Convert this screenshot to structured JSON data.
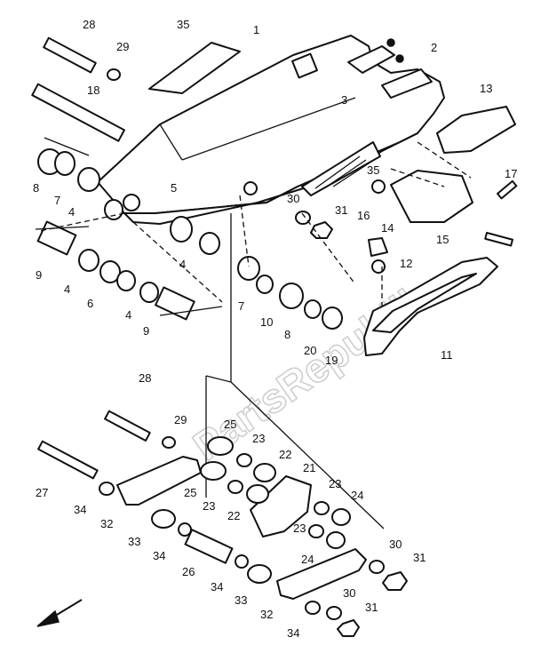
{
  "watermark": "PartsRepublik",
  "callouts": [
    {
      "id": "c28a",
      "text": "28"
    },
    {
      "id": "c29a",
      "text": "29"
    },
    {
      "id": "c35a",
      "text": "35"
    },
    {
      "id": "c1",
      "text": "1"
    },
    {
      "id": "c2",
      "text": "2"
    },
    {
      "id": "c3",
      "text": "3"
    },
    {
      "id": "c18",
      "text": "18"
    },
    {
      "id": "c13",
      "text": "13"
    },
    {
      "id": "c8a",
      "text": "8"
    },
    {
      "id": "c7a",
      "text": "7"
    },
    {
      "id": "c4a",
      "text": "4"
    },
    {
      "id": "c5",
      "text": "5"
    },
    {
      "id": "c35b",
      "text": "35"
    },
    {
      "id": "c17",
      "text": "17"
    },
    {
      "id": "c30a",
      "text": "30"
    },
    {
      "id": "c31a",
      "text": "31"
    },
    {
      "id": "c16",
      "text": "16"
    },
    {
      "id": "c14",
      "text": "14"
    },
    {
      "id": "c15",
      "text": "15"
    },
    {
      "id": "c9a",
      "text": "9"
    },
    {
      "id": "c4b",
      "text": "4"
    },
    {
      "id": "c12",
      "text": "12"
    },
    {
      "id": "c4c",
      "text": "4"
    },
    {
      "id": "c6",
      "text": "6"
    },
    {
      "id": "c7b",
      "text": "7"
    },
    {
      "id": "c10",
      "text": "10"
    },
    {
      "id": "c4d",
      "text": "4"
    },
    {
      "id": "c8b",
      "text": "8"
    },
    {
      "id": "c9b",
      "text": "9"
    },
    {
      "id": "c20",
      "text": "20"
    },
    {
      "id": "c19",
      "text": "19"
    },
    {
      "id": "c11",
      "text": "11"
    },
    {
      "id": "c28b",
      "text": "28"
    },
    {
      "id": "c29b",
      "text": "29"
    },
    {
      "id": "c25a",
      "text": "25"
    },
    {
      "id": "c23a",
      "text": "23"
    },
    {
      "id": "c22a",
      "text": "22"
    },
    {
      "id": "c21",
      "text": "21"
    },
    {
      "id": "c27",
      "text": "27"
    },
    {
      "id": "c25b",
      "text": "25"
    },
    {
      "id": "c23b",
      "text": "23"
    },
    {
      "id": "c23c",
      "text": "23"
    },
    {
      "id": "c24a",
      "text": "24"
    },
    {
      "id": "c34a",
      "text": "34"
    },
    {
      "id": "c32a",
      "text": "32"
    },
    {
      "id": "c22b",
      "text": "22"
    },
    {
      "id": "c23d",
      "text": "23"
    },
    {
      "id": "c33a",
      "text": "33"
    },
    {
      "id": "c34b",
      "text": "34"
    },
    {
      "id": "c24b",
      "text": "24"
    },
    {
      "id": "c30b",
      "text": "30"
    },
    {
      "id": "c31b",
      "text": "31"
    },
    {
      "id": "c26",
      "text": "26"
    },
    {
      "id": "c34c",
      "text": "34"
    },
    {
      "id": "c33b",
      "text": "33"
    },
    {
      "id": "c32b",
      "text": "32"
    },
    {
      "id": "c30c",
      "text": "30"
    },
    {
      "id": "c31c",
      "text": "31"
    },
    {
      "id": "c34d",
      "text": "34"
    }
  ]
}
